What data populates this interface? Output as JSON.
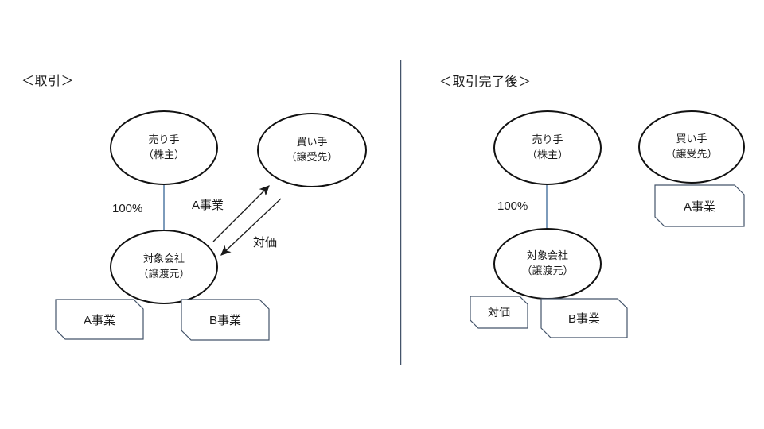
{
  "colors": {
    "background": "#ffffff",
    "text": "#1a1a1a",
    "ellipse-stroke": "#111111",
    "box-stroke": "#44546A",
    "connector": "#7D9BBB",
    "divider": "#44546A",
    "arrow": "#1a1a1a"
  },
  "left": {
    "title": "＜取引＞",
    "seller_line1": "売り手",
    "seller_line2": "（株主）",
    "buyer_line1": "買い手",
    "buyer_line2": "（譲受先）",
    "target_line1": "対象会社",
    "target_line2": "（譲渡元）",
    "ownership": "100%",
    "arrow_business_label": "A事業",
    "arrow_consideration_label": "対価",
    "box_business_a": "A事業",
    "box_business_b": "B事業"
  },
  "right": {
    "title": "＜取引完了後＞",
    "seller_line1": "売り手",
    "seller_line2": "（株主）",
    "buyer_line1": "買い手",
    "buyer_line2": "（譲受先）",
    "target_line1": "対象会社",
    "target_line2": "（譲渡元）",
    "ownership": "100%",
    "box_business_a": "A事業",
    "box_consideration": "対価",
    "box_business_b": "B事業"
  }
}
